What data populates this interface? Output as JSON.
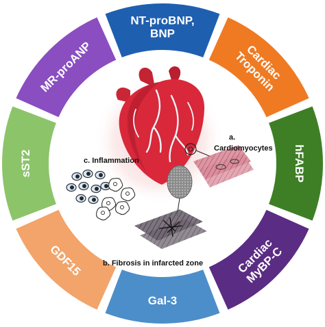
{
  "segments": [
    {
      "lines": [
        "NT-proBNP,",
        "BNP"
      ],
      "color": "#1f5fb0"
    },
    {
      "lines": [
        "Cardiac",
        "Troponin"
      ],
      "color": "#ef7a22"
    },
    {
      "lines": [
        "hFABP"
      ],
      "color": "#3e7f26"
    },
    {
      "lines": [
        "Cardiac",
        "MyBP-C"
      ],
      "color": "#5b2c83"
    },
    {
      "lines": [
        "Gal-3"
      ],
      "color": "#4c8ec9"
    },
    {
      "lines": [
        "GDF15"
      ],
      "color": "#f2a46a"
    },
    {
      "lines": [
        "sST2"
      ],
      "color": "#8cc46a"
    },
    {
      "lines": [
        "MR-proANP"
      ],
      "color": "#8a4ec0"
    }
  ],
  "center": {
    "cardiomyocytes_line1": "a.",
    "cardiomyocytes_line2": "Cardiomyocytes",
    "inflammation": "c. Inflammation",
    "fibrosis": "b. Fibrosis in infarcted zone"
  },
  "colors": {
    "heart": "#d8283a",
    "heart_glow": "#f4c6c6",
    "vessels": "#e8f0f6",
    "ring_bg": "#ffffff"
  }
}
